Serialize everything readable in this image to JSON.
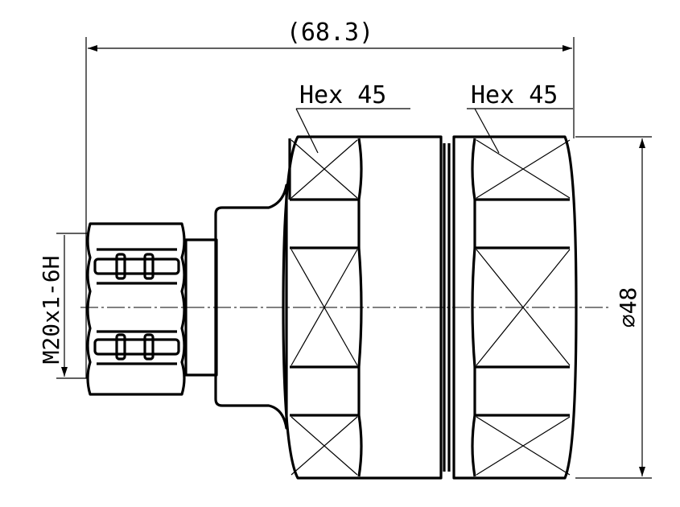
{
  "dimensions": {
    "overall_length": "(68.3)",
    "hex_left": "Hex 45",
    "hex_right": "Hex 45",
    "diameter": "⌀48",
    "thread": "M20x1-6H"
  },
  "colors": {
    "line": "#000000",
    "background": "#ffffff"
  }
}
